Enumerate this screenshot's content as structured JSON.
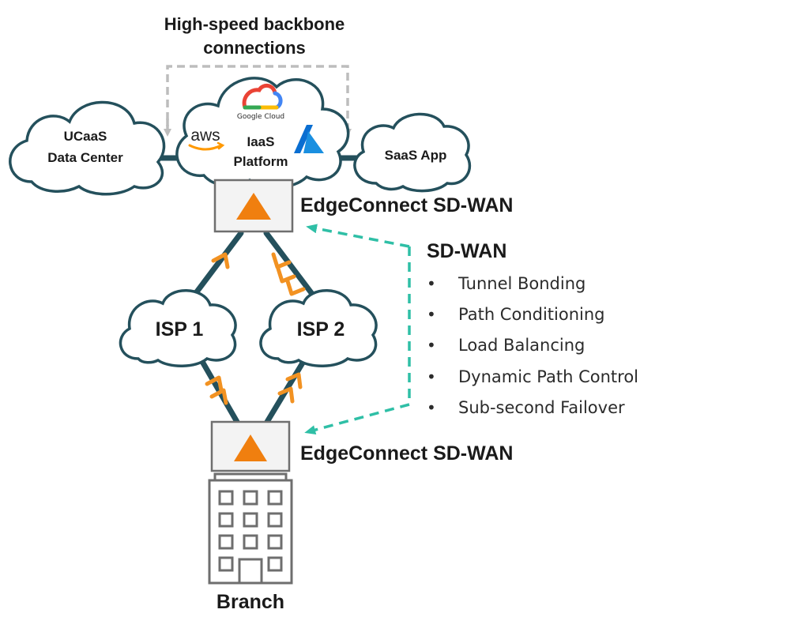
{
  "backbone": {
    "line1": "High-speed backbone",
    "line2": "connections"
  },
  "clouds": {
    "ucaas": {
      "line1": "UCaaS",
      "line2": "Data Center"
    },
    "iaas": {
      "line1": "IaaS",
      "line2": "Platform",
      "aws_label": "aws",
      "google_label": "Google Cloud"
    },
    "saas": {
      "label": "SaaS App"
    },
    "isp1": {
      "label": "ISP 1"
    },
    "isp2": {
      "label": "ISP 2"
    }
  },
  "appliances": {
    "top": {
      "label": "EdgeConnect SD-WAN"
    },
    "bottom": {
      "label": "EdgeConnect SD-WAN"
    }
  },
  "sdwan": {
    "title": "SD-WAN",
    "features": [
      "Tunnel Bonding",
      "Path Conditioning",
      "Load Balancing",
      "Dynamic Path Control",
      "Sub-second Failover"
    ],
    "bullet": "•"
  },
  "branch": {
    "label": "Branch"
  },
  "colors": {
    "link": "#24505c",
    "chevron": "#f29222",
    "triangle": "#f07f0f",
    "teal_dash": "#2fbfa6",
    "grey_dash": "#bdbdbd",
    "azure_blue": "#0a6ed1",
    "google_red": "#ea4335",
    "google_yellow": "#fbbc05",
    "google_blue": "#4285f4",
    "aws_orange": "#ff9900"
  }
}
